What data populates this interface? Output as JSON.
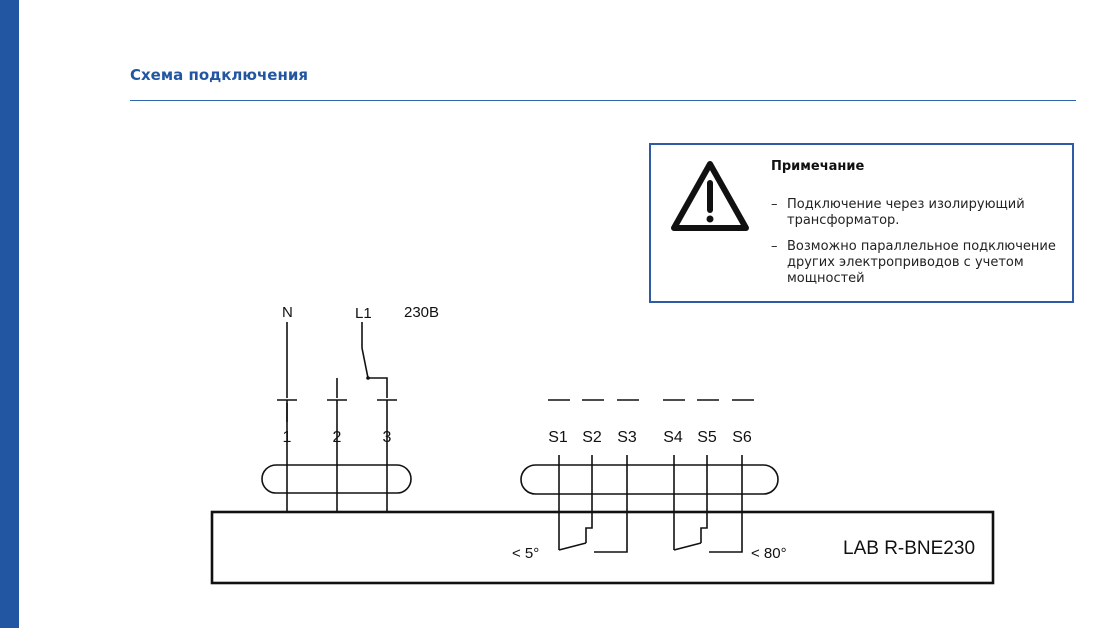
{
  "page": {
    "title": "Схема подключения"
  },
  "note": {
    "title": "Примечание",
    "items": [
      "Подключение через изолирующий трансформатор.",
      "Возможно параллельное подключение других электроприводов с учетом мощностей"
    ],
    "icon": "warning-triangle-icon"
  },
  "diagram": {
    "supply": {
      "n_label": "N",
      "l1_label": "L1",
      "voltage": "230В"
    },
    "power_terminals": [
      "1",
      "2",
      "3"
    ],
    "aux_terminals": [
      "S1",
      "S2",
      "S3",
      "S4",
      "S5",
      "S6"
    ],
    "switch_1_label": "< 5°",
    "switch_2_label": "< 80°",
    "device_label": "LAB R-BNE230"
  },
  "colors": {
    "accent": "#2356a2",
    "line": "#111111"
  }
}
